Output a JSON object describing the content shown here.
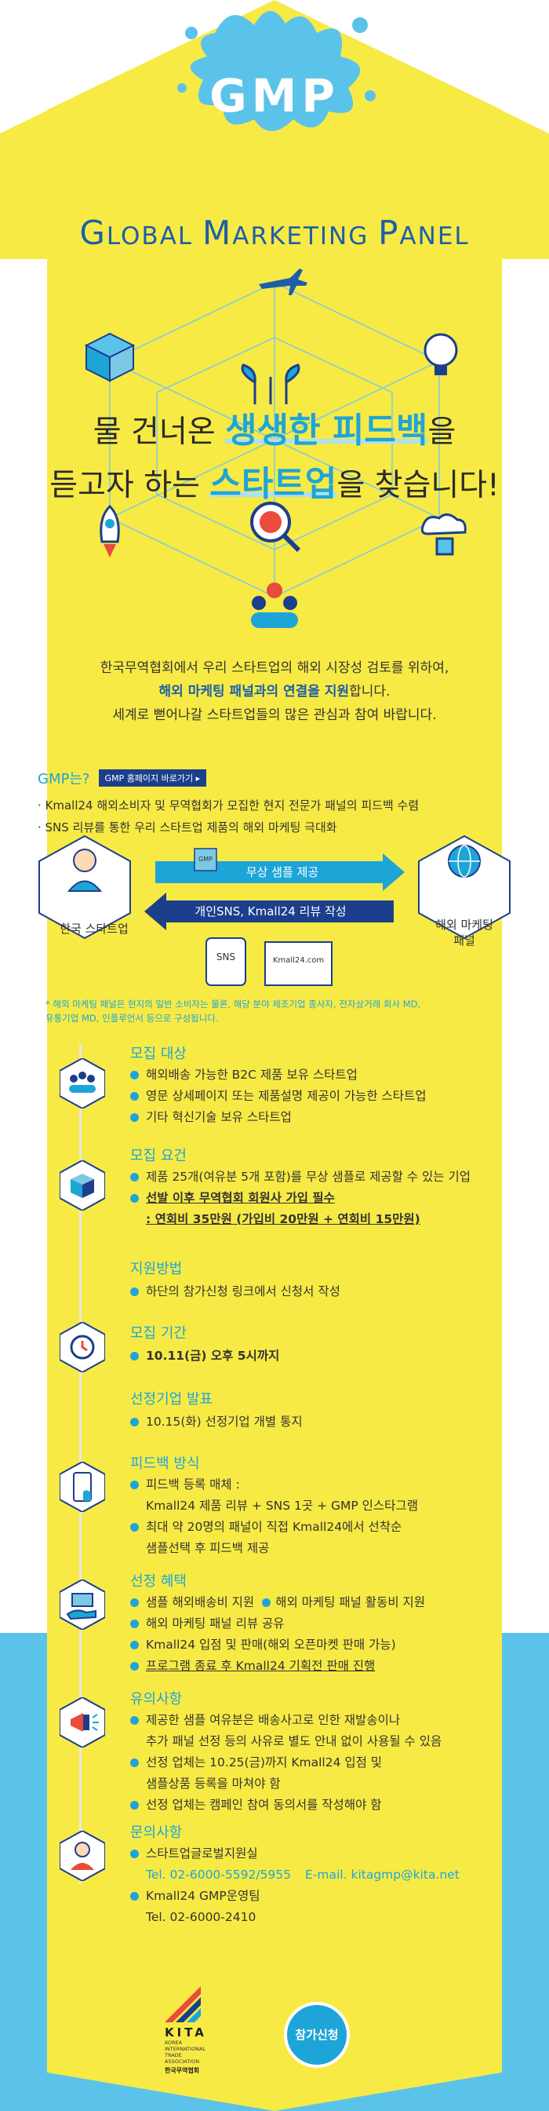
{
  "header": {
    "logo_text": "GMP",
    "subtitle_parts": [
      "G",
      "LOBAL ",
      "M",
      "ARKETING ",
      "P",
      "ANEL"
    ]
  },
  "headline": {
    "line1_pre": "물 건너온 ",
    "line1_accent": "생생한 피드백",
    "line1_post": "을",
    "line2_pre": "듣고자 하는 ",
    "line2_accent": "스타트업",
    "line2_post": "을 찾습니다!"
  },
  "intro": {
    "line1": "한국무역협회에서 우리 스타트업의 해외 시장성 검토를 위하여,",
    "line2_hl": "해외 마케팅 패널과의 연결을 지원",
    "line2_post": "합니다.",
    "line3": "세계로 뻗어나갈 스타트업들의 많은 관심과 참여 바랍니다."
  },
  "whatis": {
    "question": "GMP는?",
    "homepage_button": "GMP 홈페이지 바로가기 ▸",
    "bullets": [
      "· Kmall24 해외소비자 및 무역협회가 모집한 현지 전문가 패널의 피드백 수렴",
      "· SNS 리뷰를 통한 우리 스타트업 제품의 해외 마케팅 극대화"
    ]
  },
  "flow": {
    "left_label": "한국 스타트업",
    "right_label_1": "해외 마케팅",
    "right_label_2": "패널",
    "arrow_right": "무상 샘플 제공",
    "arrow_left": "개인SNS, Kmall24 리뷰 작성",
    "sns_label": "SNS",
    "kmall_label": "Kmall24.com",
    "box_label": "GMP"
  },
  "note": {
    "line1": "* 해외 마케팅 패널은 현지의 일반 소비자는 물론, 해당 분야 제조기업 종사자, 전자상거래 회사 MD,",
    "line2": "유통기업 MD, 인플루언서 등으로 구성됩니다."
  },
  "sections": {
    "recruit_target": {
      "title": "모집 대상",
      "items": [
        "해외배송 가능한 B2C 제품 보유 스타트업",
        "영문 상세페이지 또는 제품설명 제공이 가능한 스타트업",
        "기타 혁신기술 보유 스타트업"
      ]
    },
    "requirements": {
      "title": "모집 요건",
      "item1": "제품 25개(여유분 5개 포함)를 무상 샘플로 제공할 수 있는 기업",
      "item2": "선발 이후 무역협회 회원사 가입 필수",
      "item3": ": 연회비 35만원 (가입비 20만원 + 연회비 15만원)"
    },
    "apply_method": {
      "title": "지원방법",
      "item": "하단의 참가신청 링크에서 신청서 작성"
    },
    "period": {
      "title": "모집 기간",
      "item": "10.11(금) 오후 5시까지"
    },
    "announcement": {
      "title": "선정기업 발표",
      "item": "10.15(화) 선정기업 개별 통지"
    },
    "feedback": {
      "title": "피드백 방식",
      "item1a": "피드백 등록 매체 :",
      "item1b": "Kmall24 제품 리뷰 + SNS 1곳 + GMP 인스타그램",
      "item2a": "최대 약 20명의 패널이 직접 Kmall24에서 선착순",
      "item2b": "샘플선택 후 피드백 제공"
    },
    "benefits": {
      "title": "선정 혜택",
      "item1a": "샘플 해외배송비 지원",
      "item1b": "해외 마케팅 패널 활동비 지원",
      "item2": "해외 마케팅 패널 리뷰 공유",
      "item3": "Kmall24 입점 및 판매(해외 오픈마켓 판매 가능)",
      "item4": "프로그램 종료 후 Kmall24 기획전 판매 진행"
    },
    "notice": {
      "title": "유의사항",
      "item1a": "제공한 샘플 여유분은 배송사고로 인한 재발송이나",
      "item1b": "추가 패널 선정 등의 사유로 별도 안내 없이 사용될 수 있음",
      "item2a": "선정 업체는 10.25(금)까지 Kmall24 입점 및",
      "item2b": "샘플상품 등록을 마쳐야 함",
      "item3": "선정 업체는 캠페인 참여 동의서를 작성해야 함"
    },
    "contact": {
      "title": "문의사항",
      "org1": "스타트업글로벌지원실",
      "tel1": "Tel. 02-6000-5592/5955",
      "email": "E-mail. kitagmp@kita.net",
      "org2": "Kmall24 GMP운영팀",
      "tel2": "Tel. 02-6000-2410"
    }
  },
  "footer": {
    "kita": "KITA",
    "kita_sub": [
      "KOREA",
      "INTERNATIONAL",
      "TRADE",
      "ASSOCIATION"
    ],
    "kita_kr": "한국무역협회",
    "apply_button": "참가신청"
  },
  "colors": {
    "yellow": "#f7ea45",
    "blue": "#1ea5d8",
    "navy": "#1c3f8c",
    "sky": "#5bc3ea"
  }
}
